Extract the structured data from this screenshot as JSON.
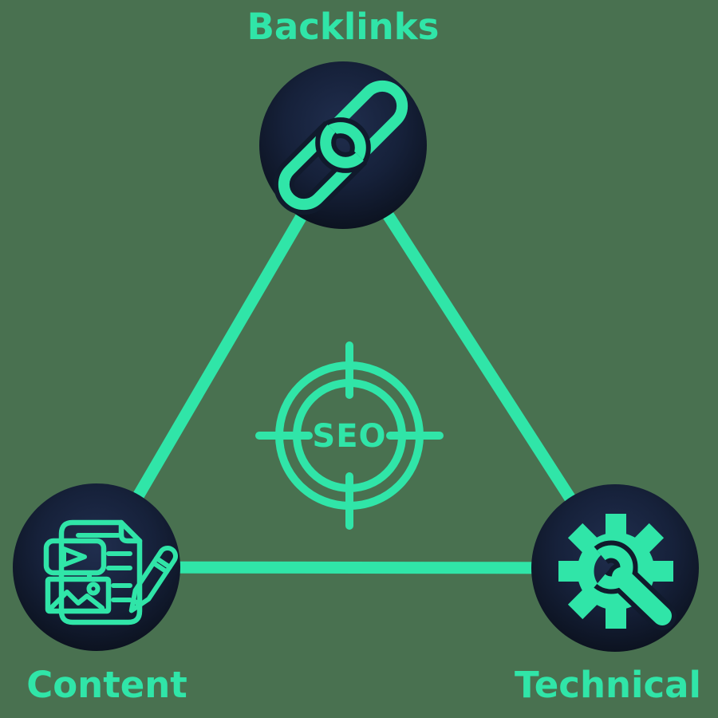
{
  "title": "SEO triangle diagram",
  "colors": {
    "background": "#497150",
    "accent": "#30E5A8",
    "halo": "#101A2C",
    "node_top": "#202E4E",
    "node_mid": "#16213A",
    "node_edge": "#060A11"
  },
  "center": {
    "label": "SEO",
    "icon": "target-crosshair-icon"
  },
  "nodes": [
    {
      "id": "backlinks",
      "label": "Backlinks",
      "icon": "chain-link-icon"
    },
    {
      "id": "content",
      "label": "Content",
      "icon": "content-document-icon"
    },
    {
      "id": "technical",
      "label": "Technical",
      "icon": "gear-wrench-icon"
    }
  ]
}
